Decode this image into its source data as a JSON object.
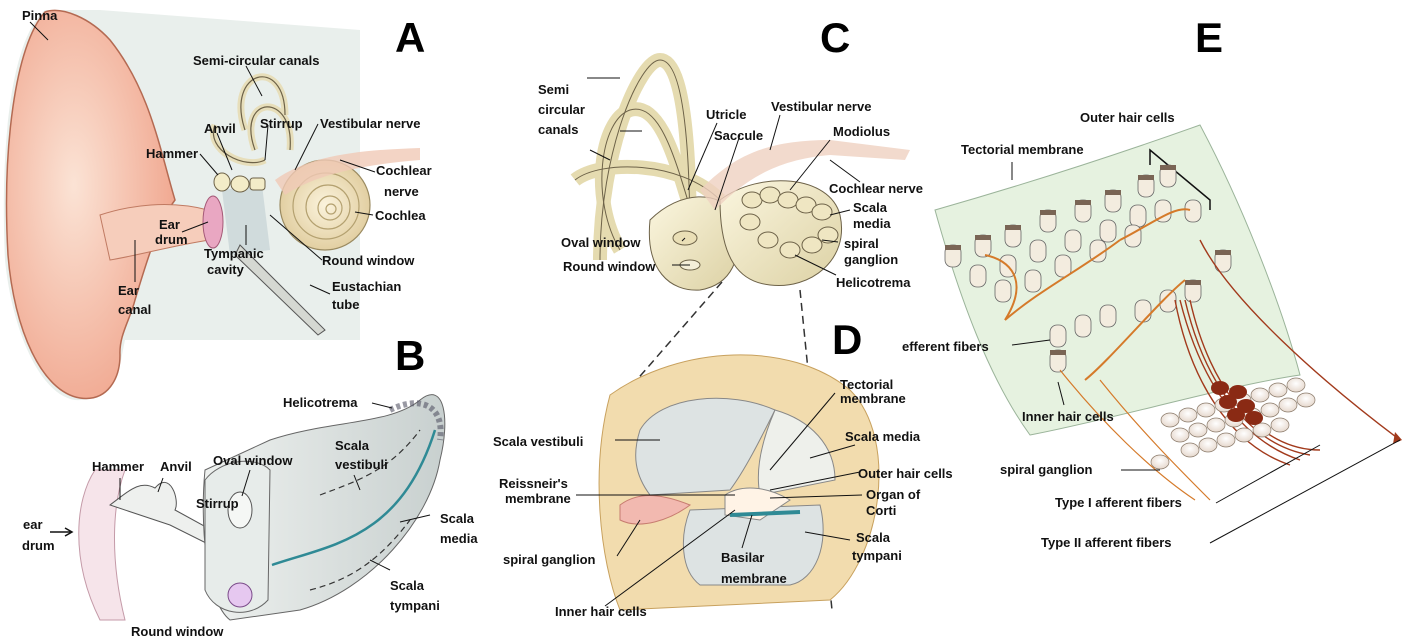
{
  "panels": {
    "a": "A",
    "b": "B",
    "c": "C",
    "d": "D",
    "e": "E"
  },
  "panel_a": {
    "pinna": "Pinna",
    "semicircular_canals": "Semi-circular canals",
    "stirrup": "Stirrup",
    "anvil": "Anvil",
    "vestibular_nerve": "Vestibular nerve",
    "hammer": "Hammer",
    "cochlear_nerve_1": "Cochlear",
    "cochlear_nerve_2": "nerve",
    "cochlea": "Cochlea",
    "ear_drum_1": "Ear",
    "ear_drum_2": "drum",
    "tympanic_cavity_1": "Tympanic",
    "tympanic_cavity_2": "cavity",
    "round_window": "Round window",
    "eustachian_tube_1": "Eustachian",
    "eustachian_tube_2": "tube",
    "ear_canal_1": "Ear",
    "ear_canal_2": "canal"
  },
  "panel_b": {
    "helicotrema": "Helicotrema",
    "scala_vestibuli_1": "Scala",
    "scala_vestibuli_2": "vestibuli",
    "hammer": "Hammer",
    "anvil": "Anvil",
    "oval_window": "Oval window",
    "stirrup": "Stirrup",
    "ear_drum_1": "ear",
    "ear_drum_2": "drum",
    "scala_media_1": "Scala",
    "scala_media_2": "media",
    "scala_tympani_1": "Scala",
    "scala_tympani_2": "tympani",
    "round_window": "Round window"
  },
  "panel_c": {
    "semi_1": "Semi",
    "semi_2": "circular",
    "semi_3": "canals",
    "utricle": "Utricle",
    "vestibular_nerve": "Vestibular nerve",
    "saccule": "Saccule",
    "modiolus": "Modiolus",
    "cochlear_nerve": "Cochlear nerve",
    "scala_media_1": "Scala",
    "scala_media_2": "media",
    "oval_window": "Oval window",
    "spiral_ganglion_1": "spiral",
    "spiral_ganglion_2": "ganglion",
    "round_window": "Round window",
    "helicotrema": "Helicotrema"
  },
  "panel_d": {
    "tectorial_1": "Tectorial",
    "tectorial_2": "membrane",
    "scala_vestibuli": "Scala vestibuli",
    "scala_media": "Scala media",
    "outer_hair_cells": "Outer hair cells",
    "reissner_1": "Reissneir's",
    "reissner_2": "membrane",
    "organ_corti_1": "Organ of",
    "organ_corti_2": "Corti",
    "spiral_ganglion": "spiral ganglion",
    "basilar_1": "Basilar",
    "basilar_2": "membrane",
    "scala_tympani_1": "Scala",
    "scala_tympani_2": "tympani",
    "inner_hair_cells": "Inner hair cells"
  },
  "panel_e": {
    "outer_hair_cells": "Outer hair cells",
    "tectorial_membrane": "Tectorial membrane",
    "efferent_fibers": "efferent fibers",
    "inner_hair_cells": "Inner hair cells",
    "spiral_ganglion": "spiral ganglion",
    "type1": "Type I afferent fibers",
    "type2": "Type II afferent fibers"
  },
  "colors": {
    "skin": "#f3b9a3",
    "bone": "#f3ecc8",
    "bone_stroke": "#6d6248",
    "membrane": "#e6f2e0",
    "nerve_red": "#a23a1c",
    "nerve_orange": "#d57a2a",
    "scala_bg": "#dfe6e6"
  }
}
